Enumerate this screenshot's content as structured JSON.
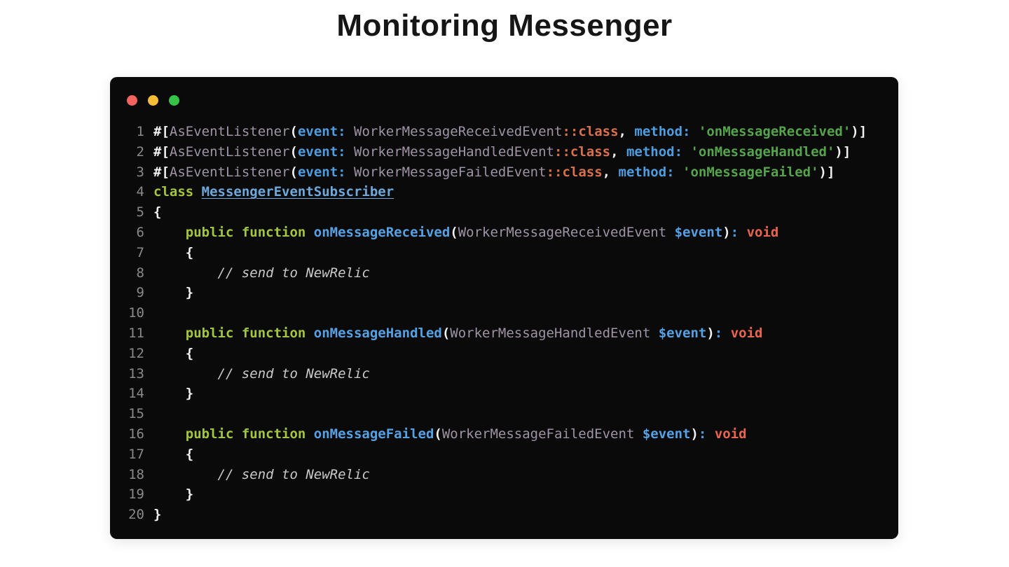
{
  "title": "Monitoring Messenger",
  "colors": {
    "pageBg": "#FFFFFF",
    "titleColor": "#161616",
    "windowBg": "#0A0A0A",
    "trafficRed": "#F4635E",
    "trafficYellow": "#F8BC35",
    "trafficGreen": "#35C447",
    "linenum": "#8A8A8A",
    "punct": "#F2F2F2",
    "keyword": "#A3C63C",
    "method": "#55A1E4",
    "type": "#9E94A6",
    "op": "#D9704C",
    "arg": "#4D9DE0",
    "string": "#55A44C",
    "comment": "#C9C9C9",
    "var": "#55A1E4",
    "classname": "#6FA9DC",
    "ret": "#E8654F"
  },
  "window": {
    "controls": [
      {
        "name": "close"
      },
      {
        "name": "minimize"
      },
      {
        "name": "maximize"
      }
    ]
  },
  "code": {
    "language": "php",
    "lines": [
      {
        "n": "1",
        "tokens": [
          {
            "c": "punct",
            "t": "#["
          },
          {
            "c": "type",
            "t": "AsEventListener"
          },
          {
            "c": "punct",
            "t": "("
          },
          {
            "c": "arg",
            "t": "event: "
          },
          {
            "c": "type",
            "t": "WorkerMessageReceivedEvent"
          },
          {
            "c": "op",
            "t": "::class"
          },
          {
            "c": "punct",
            "t": ", "
          },
          {
            "c": "arg",
            "t": "method: "
          },
          {
            "c": "string",
            "t": "'onMessageReceived'"
          },
          {
            "c": "punct",
            "t": ")]"
          }
        ]
      },
      {
        "n": "2",
        "tokens": [
          {
            "c": "punct",
            "t": "#["
          },
          {
            "c": "type",
            "t": "AsEventListener"
          },
          {
            "c": "punct",
            "t": "("
          },
          {
            "c": "arg",
            "t": "event: "
          },
          {
            "c": "type",
            "t": "WorkerMessageHandledEvent"
          },
          {
            "c": "op",
            "t": "::class"
          },
          {
            "c": "punct",
            "t": ", "
          },
          {
            "c": "arg",
            "t": "method: "
          },
          {
            "c": "string",
            "t": "'onMessageHandled'"
          },
          {
            "c": "punct",
            "t": ")]"
          }
        ]
      },
      {
        "n": "3",
        "tokens": [
          {
            "c": "punct",
            "t": "#["
          },
          {
            "c": "type",
            "t": "AsEventListener"
          },
          {
            "c": "punct",
            "t": "("
          },
          {
            "c": "arg",
            "t": "event: "
          },
          {
            "c": "type",
            "t": "WorkerMessageFailedEvent"
          },
          {
            "c": "op",
            "t": "::class"
          },
          {
            "c": "punct",
            "t": ", "
          },
          {
            "c": "arg",
            "t": "method: "
          },
          {
            "c": "string",
            "t": "'onMessageFailed'"
          },
          {
            "c": "punct",
            "t": ")]"
          }
        ]
      },
      {
        "n": "4",
        "tokens": [
          {
            "c": "keyword",
            "t": "class "
          },
          {
            "c": "classname",
            "t": "MessengerEventSubscriber"
          }
        ]
      },
      {
        "n": "5",
        "tokens": [
          {
            "c": "punct",
            "t": "{"
          }
        ]
      },
      {
        "n": "6",
        "tokens": [
          {
            "c": "plain",
            "t": "    "
          },
          {
            "c": "keyword",
            "t": "public function "
          },
          {
            "c": "method",
            "t": "onMessageReceived"
          },
          {
            "c": "punct",
            "t": "("
          },
          {
            "c": "type",
            "t": "WorkerMessageReceivedEvent "
          },
          {
            "c": "var",
            "t": "$event"
          },
          {
            "c": "punct",
            "t": ")"
          },
          {
            "c": "arg",
            "t": ": "
          },
          {
            "c": "ret",
            "t": "void"
          }
        ]
      },
      {
        "n": "7",
        "tokens": [
          {
            "c": "plain",
            "t": "    "
          },
          {
            "c": "punct",
            "t": "{"
          }
        ]
      },
      {
        "n": "8",
        "tokens": [
          {
            "c": "plain",
            "t": "        "
          },
          {
            "c": "comment",
            "t": "// send to NewRelic"
          }
        ]
      },
      {
        "n": "9",
        "tokens": [
          {
            "c": "plain",
            "t": "    "
          },
          {
            "c": "punct",
            "t": "}"
          }
        ]
      },
      {
        "n": "10",
        "tokens": []
      },
      {
        "n": "11",
        "tokens": [
          {
            "c": "plain",
            "t": "    "
          },
          {
            "c": "keyword",
            "t": "public function "
          },
          {
            "c": "method",
            "t": "onMessageHandled"
          },
          {
            "c": "punct",
            "t": "("
          },
          {
            "c": "type",
            "t": "WorkerMessageHandledEvent "
          },
          {
            "c": "var",
            "t": "$event"
          },
          {
            "c": "punct",
            "t": ")"
          },
          {
            "c": "arg",
            "t": ": "
          },
          {
            "c": "ret",
            "t": "void"
          }
        ]
      },
      {
        "n": "12",
        "tokens": [
          {
            "c": "plain",
            "t": "    "
          },
          {
            "c": "punct",
            "t": "{"
          }
        ]
      },
      {
        "n": "13",
        "tokens": [
          {
            "c": "plain",
            "t": "        "
          },
          {
            "c": "comment",
            "t": "// send to NewRelic"
          }
        ]
      },
      {
        "n": "14",
        "tokens": [
          {
            "c": "plain",
            "t": "    "
          },
          {
            "c": "punct",
            "t": "}"
          }
        ]
      },
      {
        "n": "15",
        "tokens": []
      },
      {
        "n": "16",
        "tokens": [
          {
            "c": "plain",
            "t": "    "
          },
          {
            "c": "keyword",
            "t": "public function "
          },
          {
            "c": "method",
            "t": "onMessageFailed"
          },
          {
            "c": "punct",
            "t": "("
          },
          {
            "c": "type",
            "t": "WorkerMessageFailedEvent "
          },
          {
            "c": "var",
            "t": "$event"
          },
          {
            "c": "punct",
            "t": ")"
          },
          {
            "c": "arg",
            "t": ": "
          },
          {
            "c": "ret",
            "t": "void"
          }
        ]
      },
      {
        "n": "17",
        "tokens": [
          {
            "c": "plain",
            "t": "    "
          },
          {
            "c": "punct",
            "t": "{"
          }
        ]
      },
      {
        "n": "18",
        "tokens": [
          {
            "c": "plain",
            "t": "        "
          },
          {
            "c": "comment",
            "t": "// send to NewRelic"
          }
        ]
      },
      {
        "n": "19",
        "tokens": [
          {
            "c": "plain",
            "t": "    "
          },
          {
            "c": "punct",
            "t": "}"
          }
        ]
      },
      {
        "n": "20",
        "tokens": [
          {
            "c": "punct",
            "t": "}"
          }
        ]
      }
    ]
  }
}
